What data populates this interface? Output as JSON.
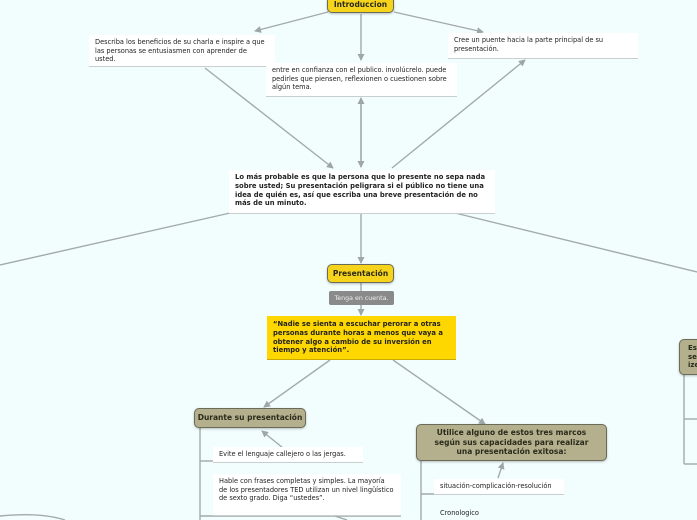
{
  "nodes": {
    "introduccion": "Introduccion",
    "intro_note_left": "Describa los beneficios de su charla e inspire a que las personas se entusiasmen con aprender de usted.",
    "intro_note_center": "entre en confianza con el publico. involúcrelo. puede  pedirles que piensen, reflexionen o cuestionen sobre algún tema.",
    "intro_note_right": "Cree un puente hacia la parte principal de su presentación.",
    "main_note": "Lo más probable es que la persona que lo presente no sepa nada sobre usted; Su presentación peligrara si el público no tiene una idea de quién es, así que escriba una breve presentación de no más de un minuto.",
    "presentacion": "Presentación",
    "tenga_label": "Tenga en cuenta.",
    "quote": "“Nadie se sienta a escuchar perorar a otras personas durante horas a menos que vaya a obtener algo a cambio de su inversión en tiempo y atención”.",
    "durante": "Durante su presentación",
    "durante_note_1": "Evite el lenguaje callejero o las jergas.",
    "durante_note_2": "Hable con frases completas y simples. La mayoría de los presentadores TED utilizan un nivel lingüístico de sexto grado. Diga “ustedes”.",
    "marcos": "Utilice alguno de estos tres marcos según sus capacidades para realizar una presentación exitosa:",
    "marco_1": "situación-complicación-resolución",
    "marco_2": "Cronologico",
    "right_partial": "Es\nse\nize"
  }
}
